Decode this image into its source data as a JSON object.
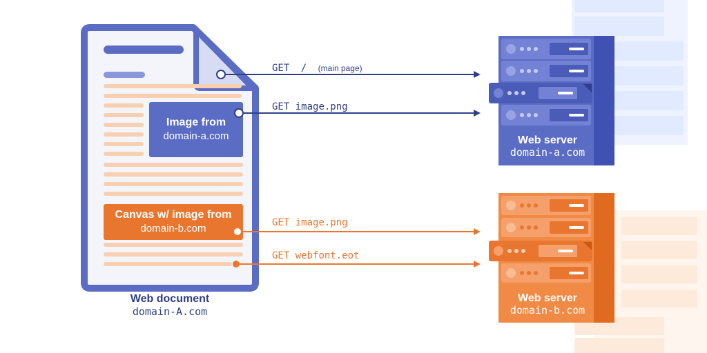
{
  "colors": {
    "blue_dark": "#2e3f86",
    "blue_mid": "#5b6cc4",
    "blue_light": "#d7dcf3",
    "blue_ghost": "#e7efff",
    "orange": "#e8762f",
    "orange_light": "#f8cfb0",
    "orange_ghost": "#fdf0e6",
    "page_bg": "#eef0f5"
  },
  "document": {
    "caption_title": "Web document",
    "caption_domain": "domain-A.com",
    "image_box": {
      "title": "Image from",
      "domain": "domain-a.com"
    },
    "canvas_box": {
      "title": "Canvas w/ image from",
      "domain": "domain-b.com"
    }
  },
  "requests": [
    {
      "method": "GET",
      "path": "/",
      "note": "(main page)",
      "color": "blue"
    },
    {
      "method": "GET",
      "path": "image.png",
      "note": "",
      "color": "blue"
    },
    {
      "method": "GET",
      "path": "image.png",
      "note": "",
      "color": "orange"
    },
    {
      "method": "GET",
      "path": "webfont.eot",
      "note": "",
      "color": "orange"
    }
  ],
  "servers": [
    {
      "title": "Web server",
      "domain": "domain-a.com",
      "color": "blue"
    },
    {
      "title": "Web server",
      "domain": "domain-b.com",
      "color": "orange"
    }
  ]
}
